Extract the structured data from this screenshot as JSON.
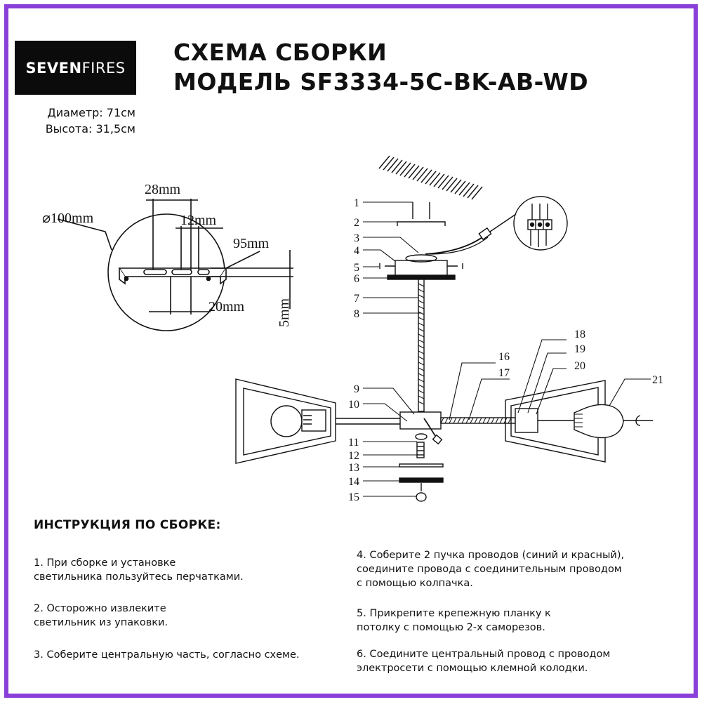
{
  "brand": {
    "logo_bold": "SEVEN",
    "logo_regular": "FIRES",
    "frame_color": "#8a3fd8"
  },
  "header": {
    "title_line1": "СХЕМА СБОРКИ",
    "title_line2": "МОДЕЛЬ SF3334-5C-BK-AB-WD"
  },
  "specs": {
    "diameter": "Диаметр: 71см",
    "height": "Высота: 31,5см"
  },
  "detail": {
    "dim_diameter": "⌀100mm",
    "dim_28": "28mm",
    "dim_12": "12mm",
    "dim_95": "95mm",
    "dim_20": "20mm",
    "dim_5": "5mm"
  },
  "parts": {
    "p1": "1",
    "p2": "2",
    "p3": "3",
    "p4": "4",
    "p5": "5",
    "p6": "6",
    "p7": "7",
    "p8": "8",
    "p9": "9",
    "p10": "10",
    "p11": "11",
    "p12": "12",
    "p13": "13",
    "p14": "14",
    "p15": "15",
    "p16": "16",
    "p17": "17",
    "p18": "18",
    "p19": "19",
    "p20": "20",
    "p21": "21"
  },
  "instructions": {
    "heading": "ИНСТРУКЦИЯ ПО СБОРКЕ:",
    "step1": "1. При сборке и установке\nсветильника пользуйтесь перчатками.",
    "step2": "2. Осторожно извлеките\nсветильник из упаковки.",
    "step3": "3. Соберите центральную часть, согласно схеме.",
    "step4": "4. Соберите 2 пучка проводов (синий и красный),\nсоедините провода с соединительным проводом\nс помощью колпачка.",
    "step5": "5. Прикрепите крепежную планку к\nпотолку с помощью 2-х саморезов.",
    "step6": "6. Соедините центральный провод с проводом\nэлектросети с помощью клемной колодки."
  }
}
